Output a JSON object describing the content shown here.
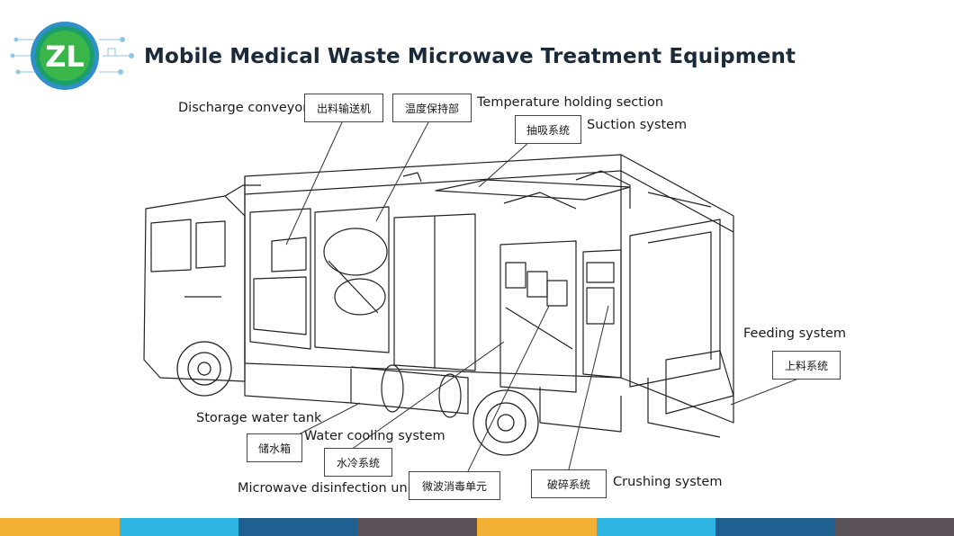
{
  "slide": {
    "title": "Mobile Medical Waste Microwave Treatment Equipment",
    "logo_icon": "zl-circuit-globe-logo-icon"
  },
  "labels": {
    "discharge_conveyor": {
      "en": "Discharge conveyor",
      "zh": "出料输送机"
    },
    "temperature_holding": {
      "en": "Temperature holding section",
      "zh": "温度保持部"
    },
    "suction_system": {
      "en": "Suction system",
      "zh": "抽吸系统"
    },
    "feeding_system": {
      "en": "Feeding system",
      "zh": "上料系统"
    },
    "storage_water_tank": {
      "en": "Storage water tank",
      "zh": "储水箱"
    },
    "water_cooling": {
      "en": "Water cooling system",
      "zh": "水冷系统"
    },
    "microwave_disinfection": {
      "en": "Microwave disinfection unit",
      "zh": "微波消毒单元"
    },
    "crushing_system": {
      "en": "Crushing system",
      "zh": "破碎系统"
    }
  },
  "footer_bar_colors": [
    "#f2b134",
    "#2fb6e2",
    "#1f6090",
    "#5a5258",
    "#f2b134",
    "#2fb6e2",
    "#1f6090",
    "#5a5258"
  ]
}
